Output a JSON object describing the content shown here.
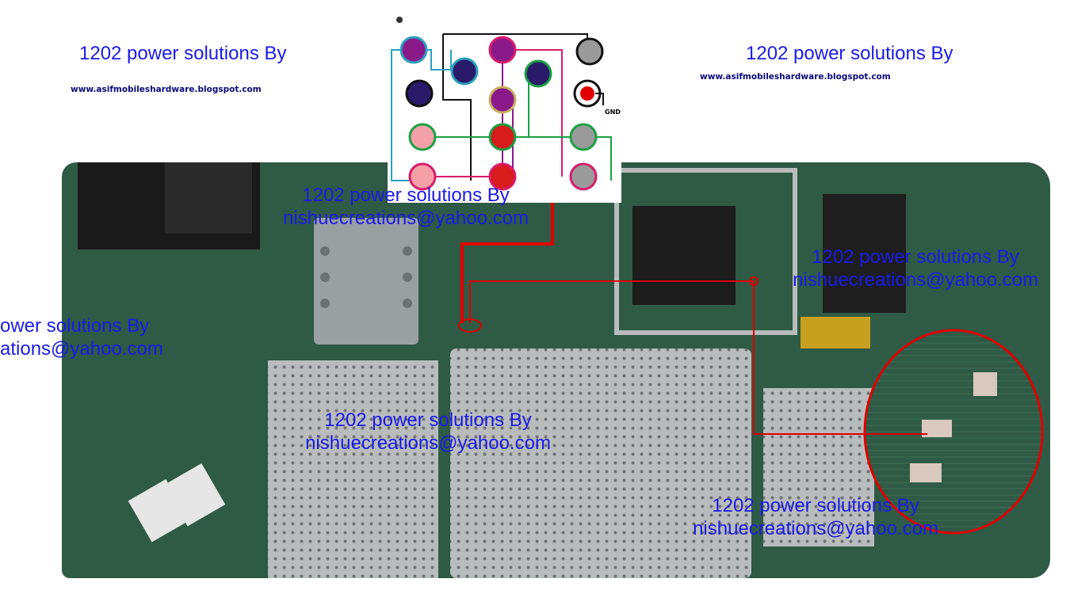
{
  "watermark": {
    "title": "1202 power solutions By",
    "email": "nishuecreations@yahoo.com",
    "blog_url": "www.asifmobileshardware.blogspot.com",
    "left_partial_title": "ower solutions By",
    "left_partial_email": "ations@yahoo.com"
  },
  "diagram": {
    "gnd_label": "GND"
  },
  "colors": {
    "watermark_text": "#1a1ae6",
    "blog_text": "#0a0a7a",
    "pcb_green": "#2f5a45",
    "highlight_red": "#e00000"
  }
}
